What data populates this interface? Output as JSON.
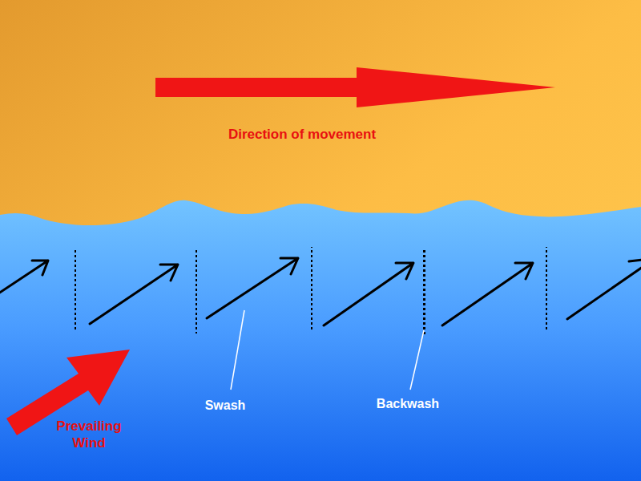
{
  "diagram": {
    "labels": [
      "Direction of movement",
      "Swash",
      "Backwash",
      "Prevailing Wind"
    ]
  }
}
